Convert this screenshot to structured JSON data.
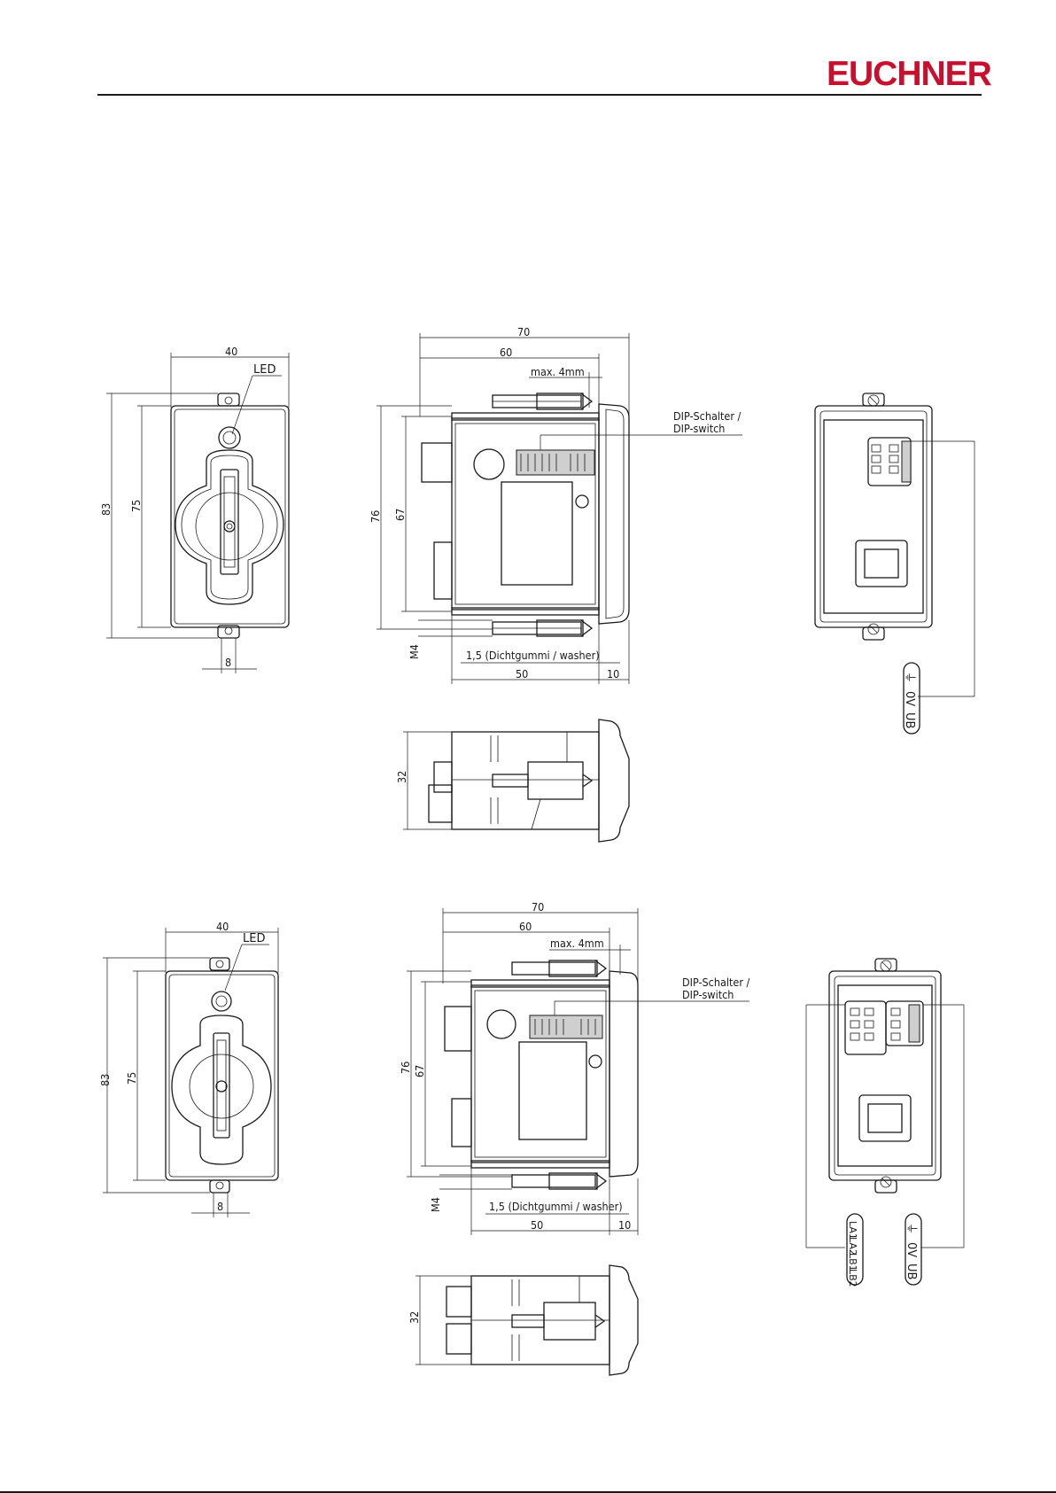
{
  "header": {
    "logo_text": "EUCHNER",
    "brand_color": "#c8102e"
  },
  "drawing_1": {
    "front": {
      "width_dim": "40",
      "led": "LED",
      "height_outer": "83",
      "height_inner": "75",
      "bottom_dim": "8"
    },
    "side": {
      "dim_overall": "70",
      "dim_body": "60",
      "max_label": "max. 4mm",
      "dip_label_1": "DIP-Schalter /",
      "dip_label_2": "DIP-switch",
      "height_76": "76",
      "height_67": "67",
      "thread": "M4",
      "washer": "1,5 (Dichtgummi / washer)",
      "dim_50": "50",
      "dim_10": "10"
    },
    "top": {
      "depth": "32"
    },
    "rear": {
      "terminal_label": [
        "⏚",
        "0V",
        "UB"
      ]
    }
  },
  "drawing_2": {
    "front": {
      "width_dim": "40",
      "led": "LED",
      "height_outer": "83",
      "height_inner": "75",
      "bottom_dim": "8"
    },
    "side": {
      "dim_overall": "70",
      "dim_body": "60",
      "max_label": "max. 4mm",
      "dip_label_1": "DIP-Schalter /",
      "dip_label_2": "DIP-switch",
      "height_76": "76",
      "height_67": "67",
      "thread": "M4",
      "washer": "1,5 (Dichtgummi / washer)",
      "dim_50": "50",
      "dim_10": "10"
    },
    "top": {
      "depth": "32"
    },
    "rear": {
      "terminal_label": [
        "⏚",
        "0V",
        "UB"
      ],
      "terminal_label_2": [
        "LA1",
        "LA2",
        "LB1",
        "LB2"
      ]
    }
  }
}
